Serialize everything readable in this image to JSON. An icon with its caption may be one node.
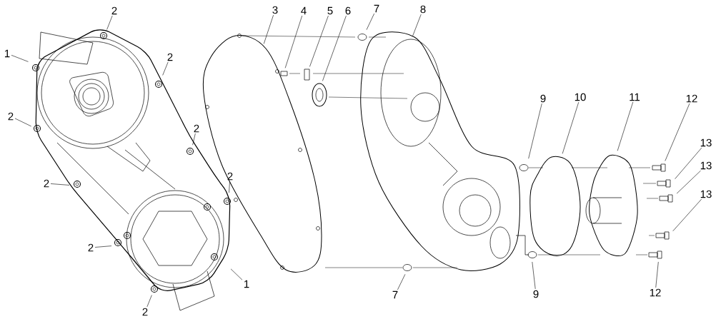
{
  "diagram": {
    "nodes": [
      {
        "text": [
          "2"
        ]
      },
      {
        "text": [
          "1"
        ]
      },
      {
        "text": [
          "2"
        ]
      },
      {
        "text": [
          "2"
        ]
      },
      {
        "text": [
          "2"
        ]
      },
      {
        "text": [
          "2"
        ]
      },
      {
        "text": [
          "2"
        ]
      },
      {
        "text": [
          "2"
        ]
      },
      {
        "text": [
          "1"
        ]
      },
      {
        "text": [
          "2"
        ]
      },
      {
        "text": [
          "3"
        ]
      },
      {
        "text": [
          "4"
        ]
      },
      {
        "text": [
          "5"
        ]
      },
      {
        "text": [
          "6"
        ]
      },
      {
        "text": [
          "7"
        ]
      },
      {
        "text": [
          "8"
        ]
      },
      {
        "text": [
          "9"
        ]
      },
      {
        "text": [
          "10"
        ]
      },
      {
        "text": [
          "11"
        ]
      },
      {
        "text": [
          "12"
        ]
      },
      {
        "text": [
          "13"
        ]
      },
      {
        "text": [
          "13"
        ]
      },
      {
        "text": [
          "13"
        ]
      },
      {
        "text": [
          "7"
        ]
      },
      {
        "text": [
          "9"
        ]
      },
      {
        "text": [
          "12"
        ]
      }
    ],
    "edges": [
      {
        "from": 0,
        "to": null,
        "arrow": "none"
      },
      {
        "from": 1,
        "to": null,
        "arrow": "none"
      },
      {
        "from": 2,
        "to": null,
        "arrow": "none"
      },
      {
        "from": 3,
        "to": null,
        "arrow": "none"
      },
      {
        "from": 4,
        "to": null,
        "arrow": "none"
      },
      {
        "from": 5,
        "to": null,
        "arrow": "none"
      },
      {
        "from": 6,
        "to": null,
        "arrow": "none"
      },
      {
        "from": 7,
        "to": null,
        "arrow": "none"
      },
      {
        "from": 8,
        "to": null,
        "arrow": "none"
      },
      {
        "from": 9,
        "to": null,
        "arrow": "none"
      },
      {
        "from": 10,
        "to": null,
        "arrow": "none"
      },
      {
        "from": 11,
        "to": null,
        "arrow": "none"
      },
      {
        "from": 12,
        "to": null,
        "arrow": "none"
      },
      {
        "from": 13,
        "to": null,
        "arrow": "none"
      },
      {
        "from": 14,
        "to": null,
        "arrow": "none"
      },
      {
        "from": 15,
        "to": null,
        "arrow": "none"
      },
      {
        "from": 16,
        "to": null,
        "arrow": "none"
      },
      {
        "from": 17,
        "to": null,
        "arrow": "none"
      },
      {
        "from": 18,
        "to": null,
        "arrow": "none"
      },
      {
        "from": 19,
        "to": null,
        "arrow": "none"
      },
      {
        "from": 20,
        "to": null,
        "arrow": "none"
      },
      {
        "from": 21,
        "to": null,
        "arrow": "none"
      },
      {
        "from": 22,
        "to": null,
        "arrow": "none"
      },
      {
        "from": 23,
        "to": null,
        "arrow": "none"
      },
      {
        "from": 24,
        "to": null,
        "arrow": "none"
      },
      {
        "from": 25,
        "to": null,
        "arrow": "none"
      }
    ]
  }
}
